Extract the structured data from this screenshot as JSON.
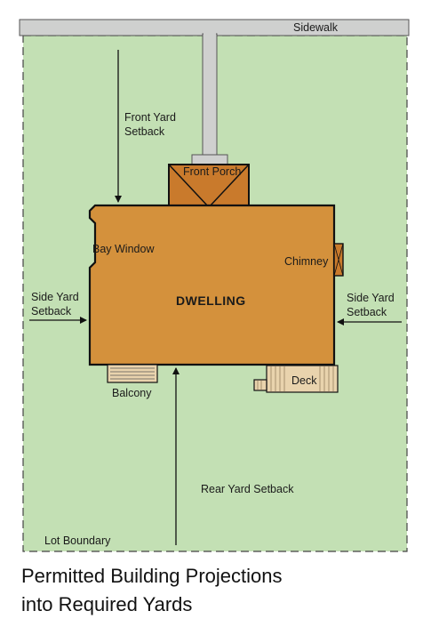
{
  "labels": {
    "sidewalk": "Sidewalk",
    "front_setback": [
      "Front Yard",
      "Setback"
    ],
    "front_porch": "Front Porch",
    "bay_window": "Bay Window",
    "chimney": "Chimney",
    "dwelling": "DWELLING",
    "side_setback_left": [
      "Side Yard",
      "Setback"
    ],
    "side_setback_right": [
      "Side Yard",
      "Setback"
    ],
    "deck": "Deck",
    "balcony": "Balcony",
    "rear_setback": "Rear Yard Setback",
    "lot_boundary": "Lot Boundary"
  },
  "caption": [
    "Permitted Building Projections",
    "into Required Yards"
  ],
  "colors": {
    "yard": "#c3e0b4",
    "sidewalk": "#cfd0cf",
    "dwelling": "#d4913c",
    "porch": "#c97a2c",
    "deck": "#e9d3ad",
    "outline": "#111111"
  }
}
